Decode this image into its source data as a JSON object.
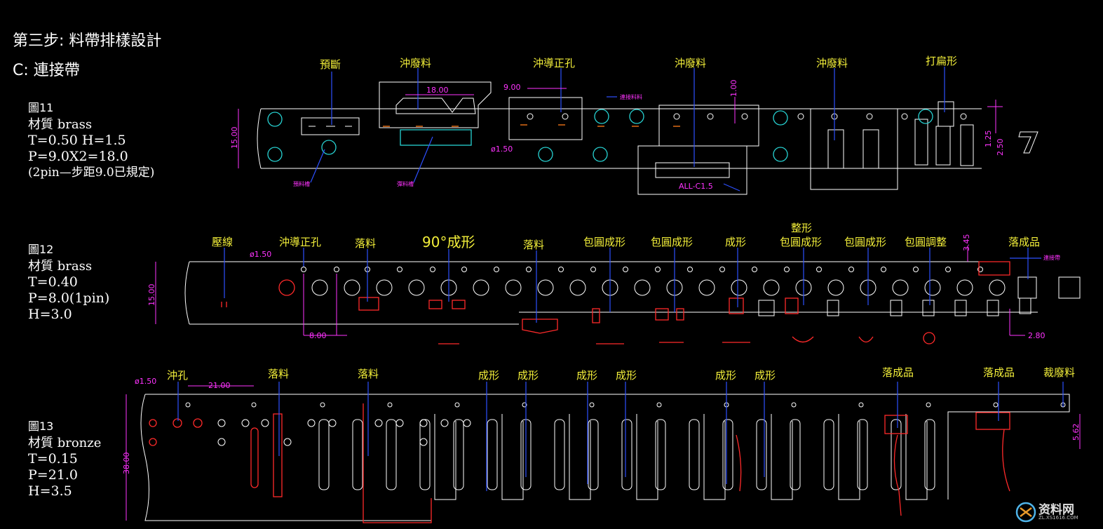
{
  "header": {
    "step": "第三步: 料帶排樣設計",
    "subtitle": "C: 連接帶"
  },
  "fig1": {
    "label": "圖11",
    "material": "材質 brass",
    "t_h": "T=0.50  H=1.5",
    "pitch": "P=9.0X2=18.0",
    "note": "(2pin—步距9.0已規定)"
  },
  "fig2": {
    "label": "圖12",
    "material": "材質 brass",
    "t": "T=0.40",
    "pitch": "P=8.0(1pin)",
    "h": "H=3.0"
  },
  "fig3": {
    "label": "圖13",
    "material": "材質 bronze",
    "t": "T=0.15",
    "pitch": "P=21.0",
    "h": "H=3.5"
  },
  "strip1": {
    "labels": [
      "預斷",
      "沖廢料",
      "沖導正孔",
      "沖廢料",
      "沖廢料",
      "打扁形"
    ],
    "dims": [
      "18.00",
      "9.00",
      "ø1.50",
      "15.00",
      "1.00",
      "1.25",
      "2.50",
      "ALL-C1.5"
    ],
    "small": [
      "連接料料",
      "預料槽",
      "彈料槽"
    ]
  },
  "strip2": {
    "labels": [
      "壓線",
      "沖導正孔",
      "落料",
      "90°成形",
      "落料",
      "包圓成形",
      "包圓成形",
      "成形",
      "整形",
      "包圓成形",
      "包圓成形",
      "包圓調整",
      "落成品"
    ],
    "dims": [
      "ø1.50",
      "15.00",
      "8.00",
      "3.45",
      "2.80"
    ],
    "small": [
      "連接帶"
    ]
  },
  "strip3": {
    "labels": [
      "沖孔",
      "落料",
      "落料",
      "成形",
      "成形",
      "成形",
      "成形",
      "成形",
      "成形",
      "落成品",
      "落成品",
      "裁廢料"
    ],
    "dims": [
      "ø1.50",
      "21.00",
      "38.00",
      "5.62"
    ]
  },
  "watermark": {
    "brand": "资料网",
    "url": "ZL.XS1616.COM"
  },
  "colors": {
    "annotation": "#f3ef3a",
    "dimension": "#ff33ff",
    "leader": "#2d50ff",
    "outline": "#ffffff",
    "pilot": "#27d3d3",
    "punch": "#ff2a2a"
  }
}
